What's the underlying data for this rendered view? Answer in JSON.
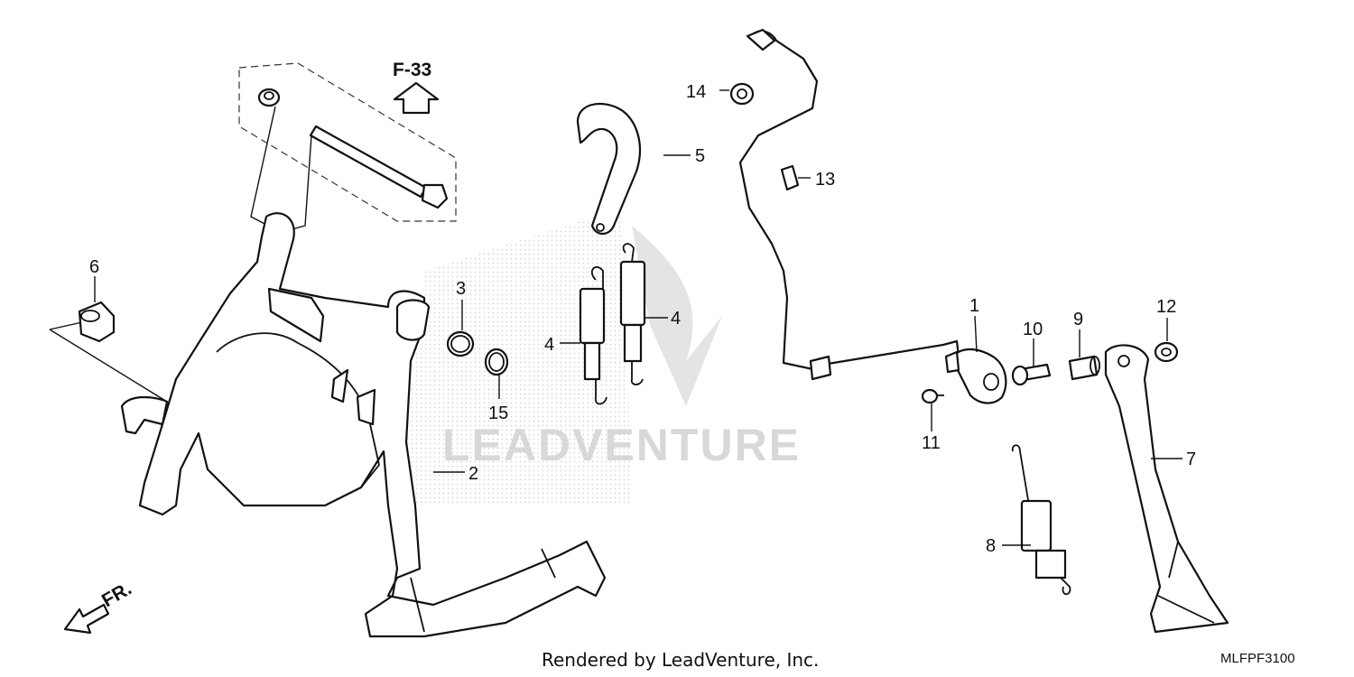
{
  "diagram": {
    "reference_label": "F-33",
    "front_label": "FR.",
    "watermark": "LEADVENTURE",
    "footer_text": "Rendered by LeadVenture, Inc.",
    "code": "MLFPF3100",
    "callouts": [
      "1",
      "2",
      "3",
      "4",
      "4",
      "5",
      "6",
      "7",
      "8",
      "9",
      "10",
      "11",
      "12",
      "13",
      "14",
      "15"
    ]
  }
}
